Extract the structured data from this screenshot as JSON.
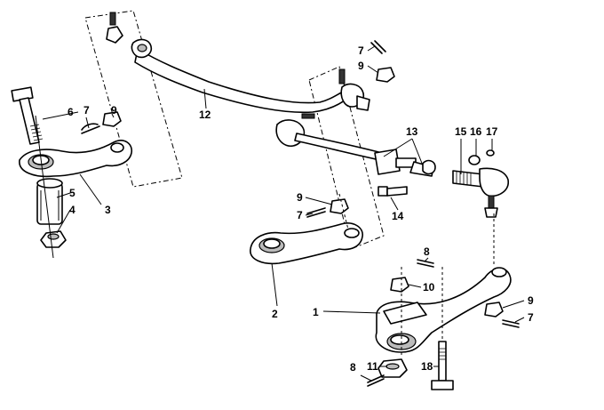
{
  "diagram": {
    "callouts": [
      "1",
      "2",
      "3",
      "4",
      "5",
      "6",
      "7",
      "7",
      "7",
      "7",
      "8",
      "8",
      "9",
      "9",
      "9",
      "9",
      "10",
      "11",
      "12",
      "13",
      "14",
      "15",
      "16",
      "17",
      "18"
    ]
  }
}
